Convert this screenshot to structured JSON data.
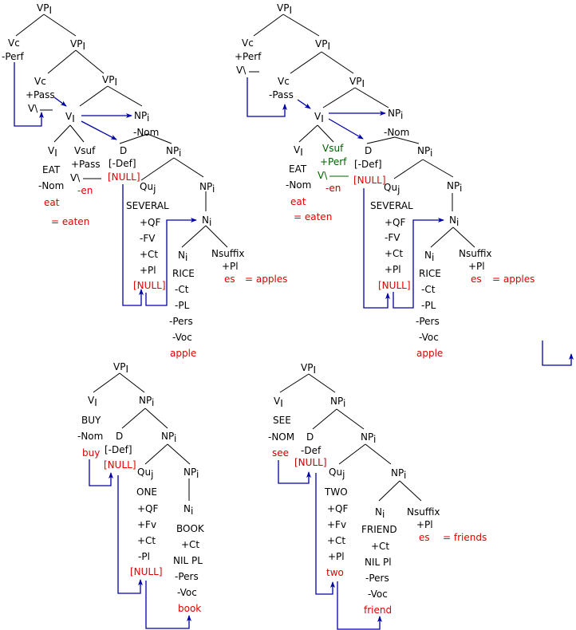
{
  "colors": {
    "tree": "#000000",
    "surface_form": "#e00000",
    "arrow": "#0000a8",
    "suffix_green": "#006000"
  },
  "trees": [
    {
      "name": "eaten-passive",
      "labels": {
        "root": "VP",
        "root_sub": "I",
        "vc1": "Vc",
        "vc1_feat": "-Perf",
        "vp2": "VP",
        "vp2_sub": "I",
        "vc2": "Vc",
        "vc2_feat": "+Pass",
        "vc2_slot": "V\\",
        "vp3": "VP",
        "vp3_sub": "I",
        "v": "V",
        "v_sub": "I",
        "np_obj": "NP",
        "np_obj_sub": "i",
        "nom": "-Nom",
        "v_leaf": "V",
        "v_leaf_sub": "I",
        "v_lex": "EAT",
        "v_feat": "-Nom",
        "v_form": "eat",
        "v_result": "= eaten",
        "vsuf": "Vsuf",
        "vsuf_feat": "+Pass",
        "vsuf_slot": "V\\",
        "vsuf_form": "-en",
        "d": "D",
        "d_feat": "[-Def]",
        "d_form": "[NULL]",
        "np2": "NP",
        "np2_sub": "i",
        "qu": "Qu",
        "qu_sub": "j",
        "qu_lex": "SEVERAL",
        "qu_feats": [
          "+QF",
          "-FV",
          "+Ct",
          "+Pl"
        ],
        "qu_form": "[NULL]",
        "np3": "NP",
        "np3_sub": "i",
        "n1": "N",
        "n1_sub": "i",
        "n2": "N",
        "n2_sub": "i",
        "n2_lex": "RICE",
        "n2_feats": [
          "-Ct",
          "-PL",
          "-Pers",
          "-Voc"
        ],
        "n2_form": "apple",
        "nsuf": "Nsuffix",
        "nsuf_feat": "+Pl",
        "nsuf_form": "es",
        "nsuf_result": "= apples"
      }
    },
    {
      "name": "eaten-perfect",
      "labels": {
        "root": "VP",
        "root_sub": "I",
        "vc1": "Vc",
        "vc1_feat": "+Perf",
        "vc1_slot": "V\\",
        "vp2": "VP",
        "vp2_sub": "I",
        "vc2": "Vc",
        "vc2_feat": "-Pass",
        "vp3": "VP",
        "vp3_sub": "I",
        "v": "V",
        "v_sub": "I",
        "np_obj": "NP",
        "np_obj_sub": "i",
        "nom": "-Nom",
        "v_leaf": "V",
        "v_leaf_sub": "I",
        "v_lex": "EAT",
        "v_feat": "-Nom",
        "v_form": "eat",
        "v_result": "= eaten",
        "vsuf": "Vsuf",
        "vsuf_feat": "+Perf",
        "vsuf_slot": "V\\",
        "vsuf_form": "-en",
        "d": "D",
        "d_feat": "[-Def]",
        "d_form": "[NULL]",
        "np2": "NP",
        "np2_sub": "i",
        "qu": "Qu",
        "qu_sub": "j",
        "qu_lex": "SEVERAL",
        "qu_feats": [
          "+QF",
          "-FV",
          "+Ct",
          "+Pl"
        ],
        "qu_form": "[NULL]",
        "np3": "NP",
        "np3_sub": "i",
        "n1": "N",
        "n1_sub": "i",
        "n2": "N",
        "n2_sub": "i",
        "n2_lex": "RICE",
        "n2_feats": [
          "-Ct",
          "-PL",
          "-Pers",
          "-Voc"
        ],
        "n2_form": "apple",
        "nsuf": "Nsuffix",
        "nsuf_feat": "+Pl",
        "nsuf_form": "es",
        "nsuf_result": "= apples"
      }
    },
    {
      "name": "buy-one-book",
      "labels": {
        "root": "VP",
        "root_sub": "I",
        "v": "V",
        "v_sub": "I",
        "v_lex": "BUY",
        "v_feat": "-Nom",
        "v_form": "buy",
        "np1": "NP",
        "np1_sub": "i",
        "d": "D",
        "d_feat": "[-Def]",
        "d_form": "[NULL]",
        "np2": "NP",
        "np2_sub": "i",
        "qu": "Qu",
        "qu_sub": "j",
        "qu_lex": "ONE",
        "qu_feats": [
          "+QF",
          "+Fv",
          "+Ct",
          "-Pl"
        ],
        "qu_form": "[NULL]",
        "np3": "NP",
        "np3_sub": "i",
        "n": "N",
        "n_sub": "i",
        "n_lex": "BOOK",
        "n_feats": [
          "+Ct",
          "NIL PL",
          "-Pers",
          "-Voc"
        ],
        "n_form": "book"
      }
    },
    {
      "name": "see-two-friends",
      "labels": {
        "root": "VP",
        "root_sub": "I",
        "v": "V",
        "v_sub": "I",
        "v_lex": "SEE",
        "v_feat": "-NOM",
        "v_form": "see",
        "np1": "NP",
        "np1_sub": "i",
        "d": "D",
        "d_feat": "-Def",
        "d_form": "[NULL]",
        "np2": "NP",
        "np2_sub": "i",
        "qu": "Qu",
        "qu_sub": "j",
        "qu_lex": "TWO",
        "qu_feats": [
          "+QF",
          "+Fv",
          "+Ct",
          "+Pl"
        ],
        "qu_form": "two",
        "np3": "NP",
        "np3_sub": "i",
        "n": "N",
        "n_sub": "i",
        "n_lex": "FRIEND",
        "n_feats": [
          "+Ct",
          "NIL Pl",
          "-Pers",
          "-Voc"
        ],
        "n_form": "friend",
        "nsuf": "Nsuffix",
        "nsuf_feat": "+Pl",
        "nsuf_form": "es",
        "nsuf_result": "= friends"
      }
    }
  ]
}
